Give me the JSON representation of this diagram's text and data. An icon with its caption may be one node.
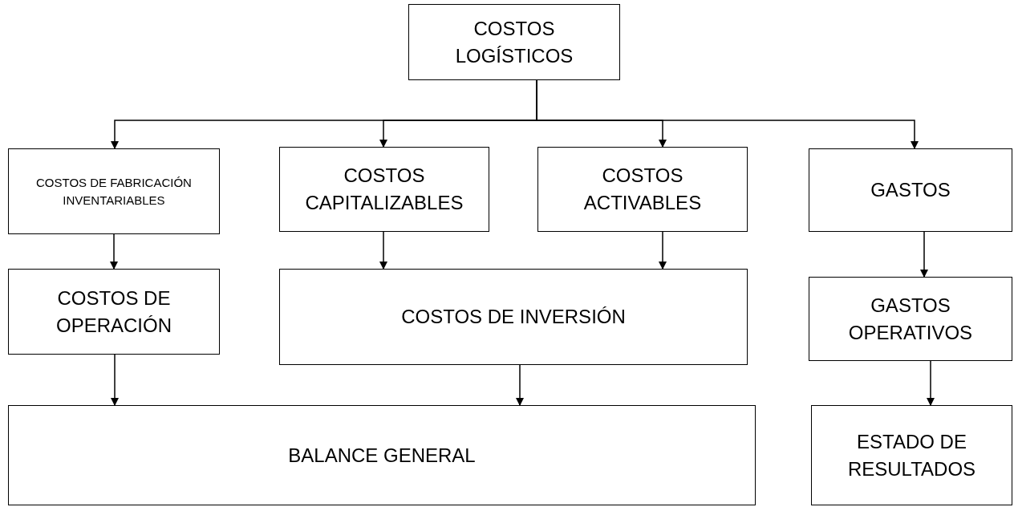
{
  "diagram": {
    "nodes": [
      {
        "text": [
          "COSTOS LOGÍSTICOS"
        ]
      },
      {
        "text": [
          "COSTOS DE FABRICACIÓN INVENTARIABLES"
        ]
      },
      {
        "text": [
          "COSTOS CAPITALIZABLES"
        ]
      },
      {
        "text": [
          "COSTOS ACTIVABLES"
        ]
      },
      {
        "text": [
          "GASTOS"
        ]
      },
      {
        "text": [
          "COSTOS DE OPERACIÓN"
        ]
      },
      {
        "text": [
          "COSTOS DE INVERSIÓN"
        ]
      },
      {
        "text": [
          "GASTOS OPERATIVOS"
        ]
      },
      {
        "text": [
          "BALANCE GENERAL"
        ]
      },
      {
        "text": [
          "ESTADO DE RESULTADOS"
        ]
      }
    ],
    "edges": [
      {
        "from": 0,
        "to": 1,
        "arrow": "to"
      },
      {
        "from": 0,
        "to": 2,
        "arrow": "to"
      },
      {
        "from": 0,
        "to": 3,
        "arrow": "to"
      },
      {
        "from": 0,
        "to": 4,
        "arrow": "to"
      },
      {
        "from": 1,
        "to": 5,
        "arrow": "to"
      },
      {
        "from": 2,
        "to": 6,
        "arrow": "to"
      },
      {
        "from": 3,
        "to": 6,
        "arrow": "to"
      },
      {
        "from": 4,
        "to": 7,
        "arrow": "to"
      },
      {
        "from": 5,
        "to": 8,
        "arrow": "to"
      },
      {
        "from": 6,
        "to": 8,
        "arrow": "to"
      },
      {
        "from": 7,
        "to": 9,
        "arrow": "to"
      }
    ]
  }
}
